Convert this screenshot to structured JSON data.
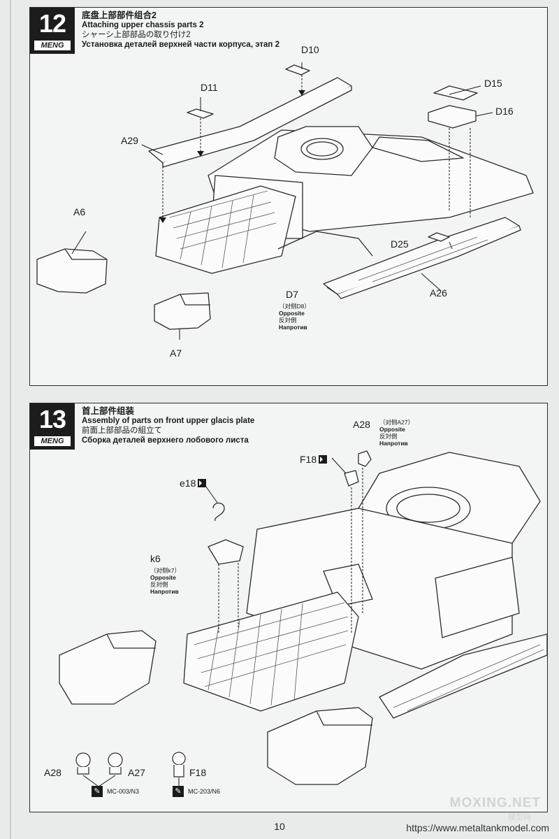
{
  "step12": {
    "number": "12",
    "brand": "MENG",
    "title_cn": "底盘上部部件组合2",
    "title_en": "Attaching upper chassis parts 2",
    "title_jp": "シャーシ上部部品の取り付け2",
    "title_ru": "Установка деталей верхней части корпуса, этап 2",
    "labels": {
      "d10": "D10",
      "d11": "D11",
      "d15": "D15",
      "d16": "D16",
      "a29": "A29",
      "a6": "A6",
      "d25": "D25",
      "d7": "D7",
      "a26": "A26",
      "a7": "A7"
    },
    "d7_note": {
      "line1": "（对侧D8）",
      "line2": "Opposite",
      "line3": "反対側",
      "line4": "Напротив"
    }
  },
  "step13": {
    "number": "13",
    "brand": "MENG",
    "title_cn": "首上部件组装",
    "title_en": "Assembly of parts on front upper glacis plate",
    "title_jp": "前面上部部品の組立て",
    "title_ru": "Сборка деталей верхнего лобового листа",
    "labels": {
      "a28": "A28",
      "f18": "F18",
      "e18": "e18",
      "k6": "k6",
      "a28_bottom": "A28",
      "a27_bottom": "A27",
      "f18_bottom": "F18"
    },
    "a28_note": {
      "line1": "（对侧A27）",
      "line2": "Opposite",
      "line3": "反対側",
      "line4": "Напротив"
    },
    "k6_note": {
      "line1": "（对侧k7）",
      "line2": "Opposite",
      "line3": "反対側",
      "line4": "Напротив"
    },
    "paints": [
      {
        "code": "MC-003/N3"
      },
      {
        "code": "MC-203/N6"
      }
    ]
  },
  "footer": {
    "page_number": "10",
    "url": "https://www.metaltankmodel.com",
    "watermark": "MOXING.NET",
    "watermark_sub": "模型网"
  }
}
